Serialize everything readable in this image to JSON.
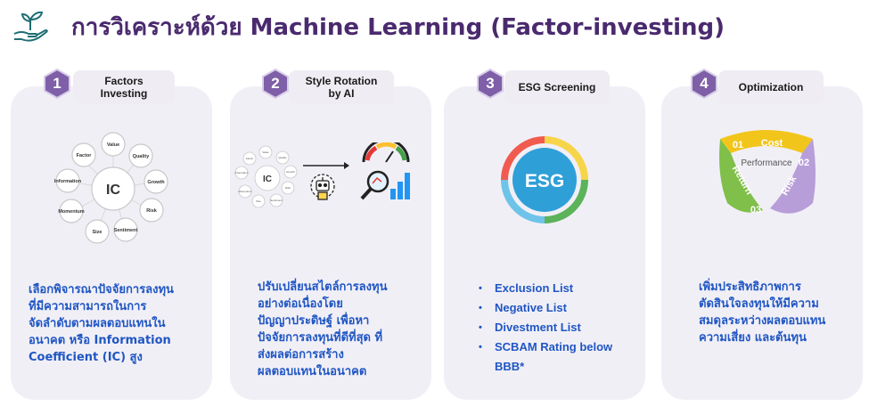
{
  "header": {
    "title": "การวิเคราะห์ด้วย Machine Learning (Factor-investing)",
    "logo_icon": "hand-plant-icon"
  },
  "colors": {
    "title": "#4a2a6e",
    "badge": "#7e5fa8",
    "card_bg": "#f1eff6",
    "body_text": "#1f56c4"
  },
  "steps": [
    {
      "number": "1",
      "tab_lines": [
        "Factors",
        "Investing"
      ],
      "diagram": {
        "center": "IC",
        "nodes": [
          "Factor",
          "Value",
          "Quality",
          "Growth",
          "Risk",
          "Sentiment",
          "Size",
          "Momentum",
          "Information"
        ]
      },
      "description": "เลือกพิจารณาปัจจัยการลงทุนที่มีความสามารถในการจัดลำดับตามผลตอบแทนในอนาคต หรือ Information Coefficient (IC) สูง",
      "description_lines": [
        "เลือกพิจารณาปัจจัยการลงทุน",
        "ที่มีความสามารถในการ",
        "จัดลำดับตามผลตอบแทนใน",
        "อนาคต หรือ Information",
        "Coefficient (IC) สูง"
      ]
    },
    {
      "number": "2",
      "tab_lines": [
        "Style Rotation",
        "by AI"
      ],
      "diagram": {
        "center": "IC",
        "nodes": [
          "Value",
          "Quality",
          "Growth",
          "Risk",
          "Sentiment",
          "Size",
          "Momentum",
          "Information",
          "Factor"
        ]
      },
      "description_lines": [
        "ปรับเปลี่ยนสไตล์การลงทุน",
        "อย่างต่อเนื่องโดย",
        "ปัญญาประดิษฐ์ เพื่อหา",
        "ปัจจัยการลงทุนที่ดีที่สุด ที่",
        "ส่งผลต่อการสร้าง",
        "ผลตอบแทนในอนาคต"
      ]
    },
    {
      "number": "3",
      "tab_lines": [
        "ESG Screening"
      ],
      "diagram": {
        "center": "ESG"
      },
      "bullets": [
        "Exclusion List",
        "Negative List",
        "Divestment List",
        "SCBAM Rating below",
        "BBB*"
      ]
    },
    {
      "number": "4",
      "tab_lines": [
        "Optimization"
      ],
      "diagram": {
        "center": "Performance",
        "segments": [
          {
            "num": "01",
            "label": "Cost"
          },
          {
            "num": "02",
            "label": "Risk"
          },
          {
            "num": "03",
            "label": "Return"
          }
        ]
      },
      "description_lines": [
        "เพิ่มประสิทธิภาพการ",
        "ตัดสินใจลงทุนให้มีความ",
        "สมดุลระหว่างผลตอบแทน",
        "ความเสี่ยง และต้นทุน"
      ]
    }
  ]
}
